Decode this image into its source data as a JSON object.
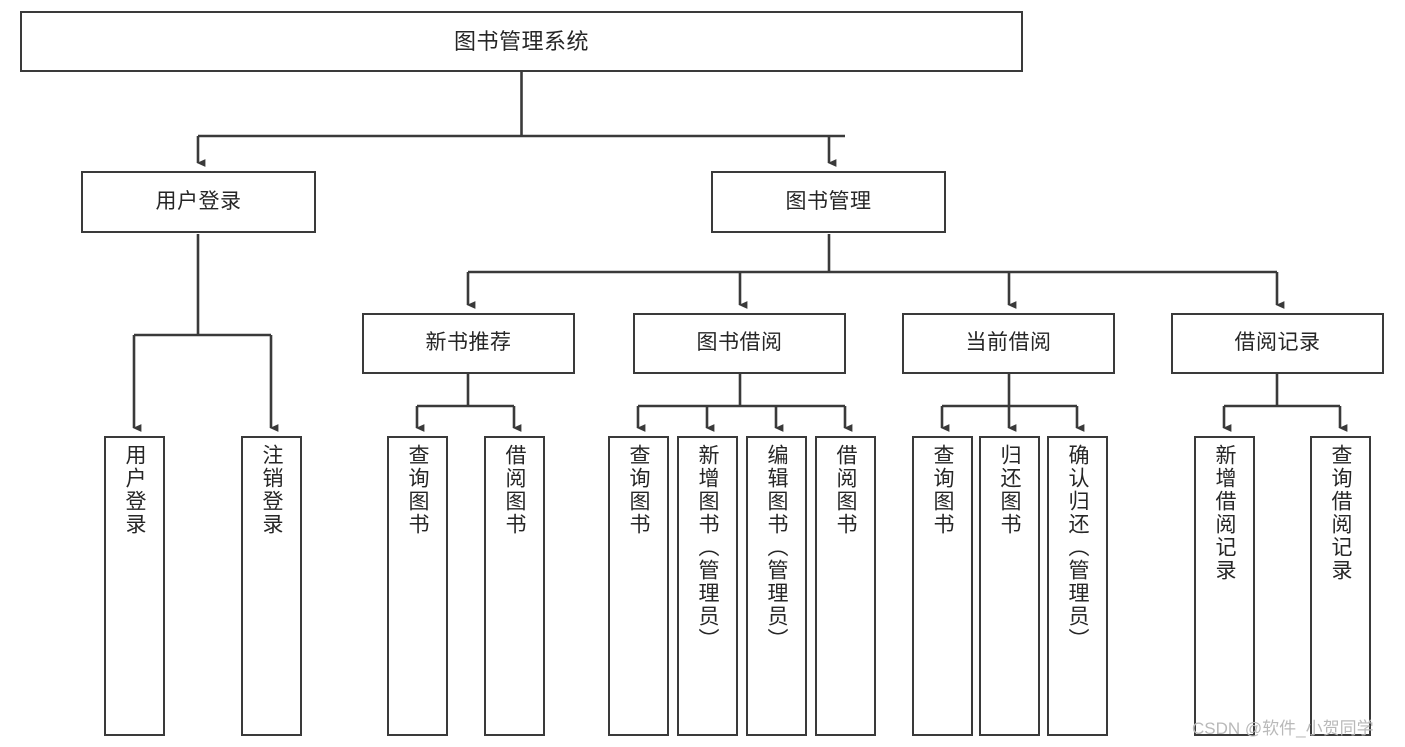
{
  "diagram": {
    "type": "tree",
    "title": "图书管理系统",
    "orientation": "top-down",
    "colors": {
      "box_border": "#3a3a3a",
      "box_fill": "#ffffff",
      "edge": "#3a3a3a",
      "text": "#262626",
      "watermark": "#b9b9b9",
      "background": "#ffffff"
    },
    "root": {
      "id": "root",
      "label": "图书管理系统"
    },
    "level1": [
      {
        "id": "user-login",
        "label": "用户登录"
      },
      {
        "id": "book-manage",
        "label": "图书管理"
      }
    ],
    "level2": [
      {
        "id": "new-book-rec",
        "label": "新书推荐",
        "parent": "book-manage"
      },
      {
        "id": "book-borrow",
        "label": "图书借阅",
        "parent": "book-manage"
      },
      {
        "id": "current-borrow",
        "label": "当前借阅",
        "parent": "book-manage"
      },
      {
        "id": "borrow-record",
        "label": "借阅记录",
        "parent": "book-manage"
      }
    ],
    "leaves": {
      "user-login": [
        {
          "id": "leaf-user-login",
          "label": "用户登录"
        },
        {
          "id": "leaf-logout",
          "label": "注销登录"
        }
      ],
      "new-book-rec": [
        {
          "id": "leaf-query-book-1",
          "label": "查询图书"
        },
        {
          "id": "leaf-borrow-book-1",
          "label": "借阅图书"
        }
      ],
      "book-borrow": [
        {
          "id": "leaf-query-book-2",
          "label": "查询图书"
        },
        {
          "id": "leaf-add-book",
          "label": "新增图书（管理员）"
        },
        {
          "id": "leaf-edit-book",
          "label": "编辑图书（管理员）"
        },
        {
          "id": "leaf-borrow-book-2",
          "label": "借阅图书"
        }
      ],
      "current-borrow": [
        {
          "id": "leaf-query-book-3",
          "label": "查询图书"
        },
        {
          "id": "leaf-return-book",
          "label": "归还图书"
        },
        {
          "id": "leaf-confirm-return",
          "label": "确认归还（管理员）"
        }
      ],
      "borrow-record": [
        {
          "id": "leaf-add-record",
          "label": "新增借阅记录"
        },
        {
          "id": "leaf-query-record",
          "label": "查询借阅记录"
        }
      ]
    },
    "watermark": "CSDN @软件_小贺同学"
  }
}
